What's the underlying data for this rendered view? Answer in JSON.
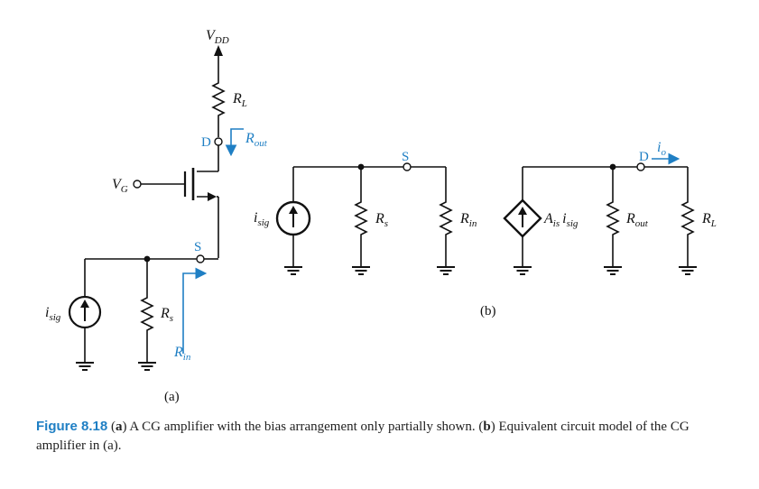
{
  "panel_a": {
    "vdd": {
      "main": "V",
      "sub": "DD"
    },
    "rl": {
      "main": "R",
      "sub": "L"
    },
    "d_node": "D",
    "rout": {
      "main": "R",
      "sub": "out"
    },
    "vg": {
      "main": "V",
      "sub": "G"
    },
    "s_node": "S",
    "isig": {
      "main": "i",
      "sub": "sig"
    },
    "rs": {
      "main": "R",
      "sub": "s"
    },
    "rin": {
      "main": "R",
      "sub": "in"
    },
    "label": "(a)"
  },
  "panel_b": {
    "isig": {
      "main": "i",
      "sub": "sig"
    },
    "rs": {
      "main": "R",
      "sub": "s"
    },
    "s_node": "S",
    "rin": {
      "main": "R",
      "sub": "in"
    },
    "ais": {
      "main": "A",
      "sub": "is",
      "tail_main": "i",
      "tail_sub": "sig"
    },
    "rout": {
      "main": "R",
      "sub": "out"
    },
    "d_node": "D",
    "io": {
      "main": "i",
      "sub": "o"
    },
    "rl": {
      "main": "R",
      "sub": "L"
    },
    "label": "(b)"
  },
  "caption": {
    "figure_label": "Figure 8.18",
    "a_open": "(",
    "a_letter": "a",
    "a_text": ") A CG amplifier with the bias arrangement only partially shown. (",
    "b_letter": "b",
    "b_text": ") Equivalent circuit model of the CG amplifier in (a)."
  },
  "colors": {
    "accent": "#1f7fc4",
    "ink": "#111111"
  }
}
